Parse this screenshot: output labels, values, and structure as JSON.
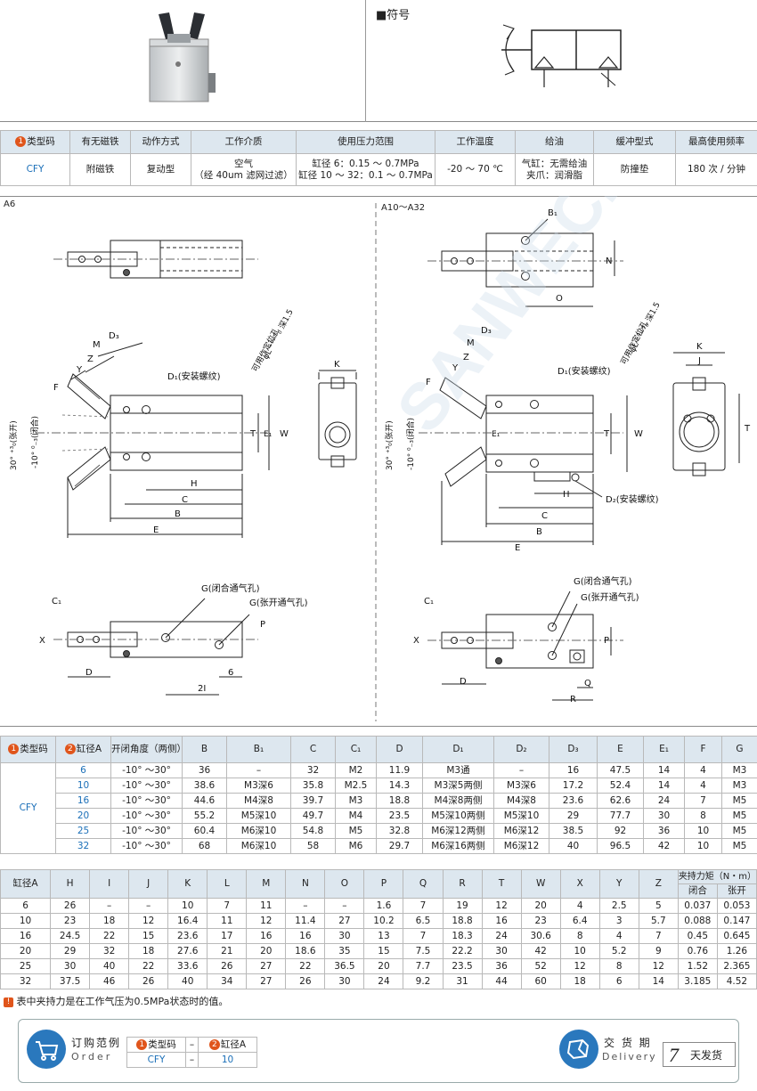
{
  "symbol_title": "■符号",
  "spec_table": {
    "headers": [
      "类型码",
      "有无磁铁",
      "动作方式",
      "工作介质",
      "使用压力范围",
      "工作温度",
      "给油",
      "缓冲型式",
      "最高使用频率"
    ],
    "badge1": "1",
    "row": {
      "type": "CFY",
      "magnet": "附磁铁",
      "action": "复动型",
      "medium_1": "空气",
      "medium_2": "（经 40um 滤网过滤）",
      "pressure_1": "缸径 6：0.15 ～ 0.7MPa",
      "pressure_2": "缸径 10 ～ 32：0.1 ～ 0.7MPa",
      "temp": "-20 ～ 70 ℃",
      "oil_1": "气缸：无需给油",
      "oil_2": "夹爪：润滑脂",
      "cushion": "防撞垫",
      "freq": "180 次 / 分钟"
    }
  },
  "drawing": {
    "left_title": "A6",
    "right_title": "A10～A32",
    "labels": {
      "B1": "B₁",
      "N": "N",
      "O": "O",
      "D3": "D₃",
      "M": "M",
      "Z": "Z",
      "Y": "Y",
      "F": "F",
      "D1_left": "D₁(安装螺纹)",
      "D1_right": "D₁(安装螺纹)",
      "angle_open": "30° ⁺³₀(张开)",
      "angle_close": "-10° ⁰₋₃(闭合)",
      "pin_hole": "φL ⁺⁰·⁰⁵₀ 深1.5",
      "pin_hole_2": "可用作定位孔",
      "K": "K",
      "J": "J",
      "T": "T",
      "E1": "E₁",
      "W": "W",
      "H": "H",
      "C": "C",
      "B": "B",
      "E": "E",
      "D2": "D₂(安装螺纹)",
      "G_close": "G(闭合通气孔)",
      "G_open": "G(张开通气孔)",
      "C1": "C₁",
      "X": "X",
      "P": "P",
      "D": "D",
      "twoI": "2I",
      "six": "6",
      "Q": "Q",
      "R": "R",
      "watermark": "SANWECH"
    }
  },
  "dim_table1": {
    "headers": [
      "类型码",
      "缸径A",
      "开闭角度（两侧）",
      "B",
      "B₁",
      "C",
      "C₁",
      "D",
      "D₁",
      "D₂",
      "D₃",
      "E",
      "E₁",
      "F",
      "G"
    ],
    "badge1": "1",
    "badge2": "2",
    "type": "CFY",
    "rows": [
      [
        "6",
        "-10° ～30°",
        "36",
        "–",
        "32",
        "M2",
        "11.9",
        "M3通",
        "–",
        "16",
        "47.5",
        "14",
        "4",
        "M3"
      ],
      [
        "10",
        "-10° ～30°",
        "38.6",
        "M3深6",
        "35.8",
        "M2.5",
        "14.3",
        "M3深5两侧",
        "M3深6",
        "17.2",
        "52.4",
        "14",
        "4",
        "M3"
      ],
      [
        "16",
        "-10° ～30°",
        "44.6",
        "M4深8",
        "39.7",
        "M3",
        "18.8",
        "M4深8两侧",
        "M4深8",
        "23.6",
        "62.6",
        "24",
        "7",
        "M5"
      ],
      [
        "20",
        "-10° ～30°",
        "55.2",
        "M5深10",
        "49.7",
        "M4",
        "23.5",
        "M5深10两侧",
        "M5深10",
        "29",
        "77.7",
        "30",
        "8",
        "M5"
      ],
      [
        "25",
        "-10° ～30°",
        "60.4",
        "M6深10",
        "54.8",
        "M5",
        "32.8",
        "M6深12两侧",
        "M6深12",
        "38.5",
        "92",
        "36",
        "10",
        "M5"
      ],
      [
        "32",
        "-10° ～30°",
        "68",
        "M6深10",
        "58",
        "M6",
        "29.7",
        "M6深16两侧",
        "M6深12",
        "40",
        "96.5",
        "42",
        "10",
        "M5"
      ]
    ]
  },
  "dim_table2": {
    "headers": [
      "缸径A",
      "H",
      "I",
      "J",
      "K",
      "L",
      "M",
      "N",
      "O",
      "P",
      "Q",
      "R",
      "T",
      "W",
      "X",
      "Y",
      "Z"
    ],
    "force_header": "夹持力矩（N・m）",
    "force_sub": [
      "闭合",
      "张开"
    ],
    "rows": [
      [
        "6",
        "26",
        "–",
        "–",
        "10",
        "7",
        "11",
        "–",
        "–",
        "1.6",
        "7",
        "19",
        "12",
        "20",
        "4",
        "2.5",
        "5",
        "0.037",
        "0.053"
      ],
      [
        "10",
        "23",
        "18",
        "12",
        "16.4",
        "11",
        "12",
        "11.4",
        "27",
        "10.2",
        "6.5",
        "18.8",
        "16",
        "23",
        "6.4",
        "3",
        "5.7",
        "0.088",
        "0.147"
      ],
      [
        "16",
        "24.5",
        "22",
        "15",
        "23.6",
        "17",
        "16",
        "16",
        "30",
        "13",
        "7",
        "18.3",
        "24",
        "30.6",
        "8",
        "4",
        "7",
        "0.45",
        "0.645"
      ],
      [
        "20",
        "29",
        "32",
        "18",
        "27.6",
        "21",
        "20",
        "18.6",
        "35",
        "15",
        "7.5",
        "22.2",
        "30",
        "42",
        "10",
        "5.2",
        "9",
        "0.76",
        "1.26"
      ],
      [
        "25",
        "30",
        "40",
        "22",
        "33.6",
        "26",
        "27",
        "22",
        "36.5",
        "20",
        "7.7",
        "23.5",
        "36",
        "52",
        "12",
        "8",
        "12",
        "1.52",
        "2.365"
      ],
      [
        "32",
        "37.5",
        "46",
        "26",
        "40",
        "34",
        "27",
        "26",
        "30",
        "24",
        "9.2",
        "31",
        "44",
        "60",
        "18",
        "6",
        "14",
        "3.185",
        "4.52"
      ]
    ]
  },
  "footnote": "表中夹持力是在工作气压为0.5MPa状态时的值。",
  "order": {
    "title_cn": "订购范例",
    "title_en": "Order",
    "col1_label": "类型码",
    "col2_label": "缸径A",
    "badge1": "1",
    "badge2": "2",
    "dash": "–",
    "val1": "CFY",
    "val2": "10"
  },
  "delivery": {
    "title_cn": "交 货 期",
    "title_en": "Delivery",
    "days": "7",
    "days_label": "天发货"
  }
}
